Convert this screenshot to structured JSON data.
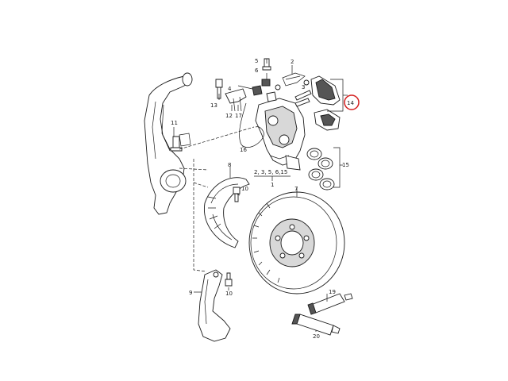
{
  "callouts": {
    "c1": "1",
    "c2": "2",
    "c3": "3",
    "c4": "4",
    "c5": "5",
    "c6": "6",
    "c7": "7",
    "c8": "8",
    "c9": "9",
    "c10a": "10",
    "c10b": "10",
    "c11": "11",
    "c12": "12",
    "c13": "13",
    "c14": "14",
    "c15": "15",
    "c16": "16",
    "c17": "17",
    "c19": "19",
    "c20": "20",
    "kit": "2, 3, 5, 6,15"
  },
  "highlight_color": "#d42020"
}
